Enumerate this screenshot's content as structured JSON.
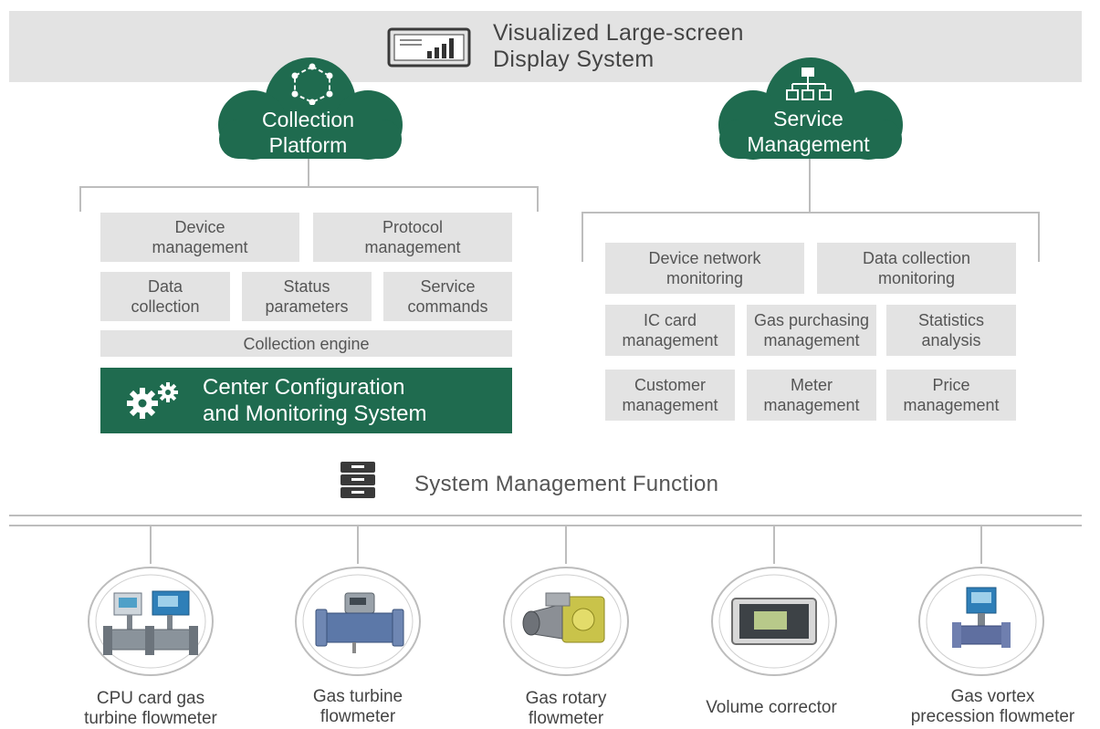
{
  "top_banner": {
    "line1": "Visualized Large-screen",
    "line2": "Display System"
  },
  "collection_platform": {
    "title_line1": "Collection",
    "title_line2": "Platform",
    "modules": [
      {
        "line1": "Device",
        "line2": "management"
      },
      {
        "line1": "Protocol",
        "line2": "management"
      },
      {
        "line1": "Data",
        "line2": "collection"
      },
      {
        "line1": "Status",
        "line2": "parameters"
      },
      {
        "line1": "Service",
        "line2": "commands"
      }
    ],
    "engine": "Collection engine",
    "center_line1": "Center Configuration",
    "center_line2": "and Monitoring System"
  },
  "service_management": {
    "title_line1": "Service",
    "title_line2": "Management",
    "modules": [
      {
        "line1": "Device network",
        "line2": "monitoring"
      },
      {
        "line1": "Data collection",
        "line2": "monitoring"
      },
      {
        "line1": "IC card",
        "line2": "management"
      },
      {
        "line1": "Gas purchasing",
        "line2": "management"
      },
      {
        "line1": "Statistics",
        "line2": "analysis"
      },
      {
        "line1": "Customer",
        "line2": "management"
      },
      {
        "line1": "Meter",
        "line2": "management"
      },
      {
        "line1": "Price",
        "line2": "management"
      }
    ]
  },
  "system_management": {
    "label": "System Management Function"
  },
  "devices": [
    {
      "line1": "CPU card gas",
      "line2": "turbine flowmeter"
    },
    {
      "line1": "Gas turbine",
      "line2": "flowmeter"
    },
    {
      "line1": "Gas rotary",
      "line2": "flowmeter"
    },
    {
      "line1": "Volume corrector",
      "line2": ""
    },
    {
      "line1": "Gas vortex",
      "line2": "precession flowmeter"
    }
  ],
  "colors": {
    "accent_green": "#1f6b4f",
    "box_gray": "#e3e3e3",
    "line_gray": "#bdbdbd"
  }
}
